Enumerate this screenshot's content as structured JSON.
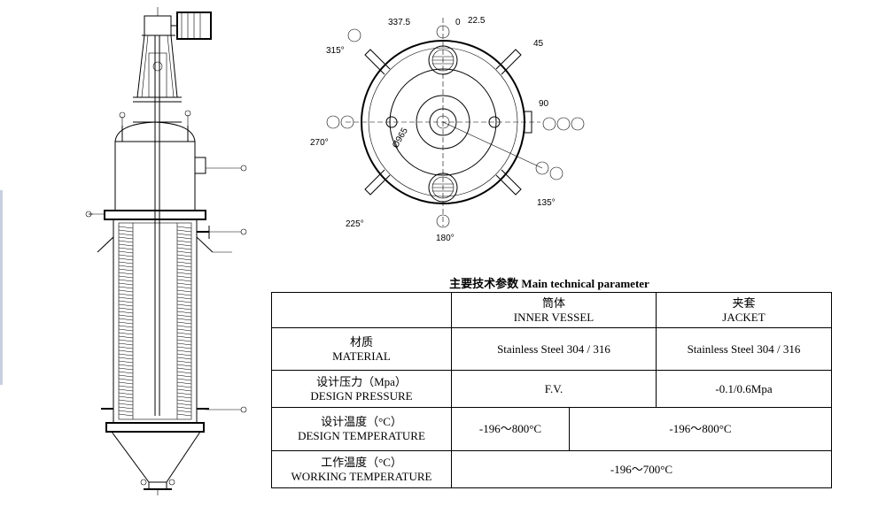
{
  "plan_angles": {
    "a0": "0",
    "a22": "22.5",
    "a337": "337.5",
    "a45": "45",
    "a90": "90",
    "a135": "135°",
    "a180": "180°",
    "a225": "225°",
    "a270": "270°",
    "a315": "315°",
    "diameter": "Ø965"
  },
  "table": {
    "title": "主要技术参数 Main technical parameter",
    "header": {
      "inner_cn": "筒体",
      "inner_en": "INNER VESSEL",
      "jacket_cn": "夹套",
      "jacket_en": "JACKET"
    },
    "rows": {
      "material": {
        "cn": "材质",
        "en": "MATERIAL",
        "inner": "Stainless Steel 304 / 316",
        "jacket": "Stainless Steel 304 / 316"
      },
      "pressure": {
        "cn": "设计压力（Mpa）",
        "en": "DESIGN PRESSURE",
        "inner": "F.V.",
        "jacket": "-0.1/0.6Mpa"
      },
      "temperature": {
        "cn": "设计温度（°C）",
        "en": "DESIGN TEMPERATURE",
        "inner": "-196～800°C",
        "jacket": "-196～800°C"
      },
      "working": {
        "cn": "工作温度（°C）",
        "en": "WORKING TEMPERATURE",
        "value": "-196～700°C"
      }
    }
  }
}
